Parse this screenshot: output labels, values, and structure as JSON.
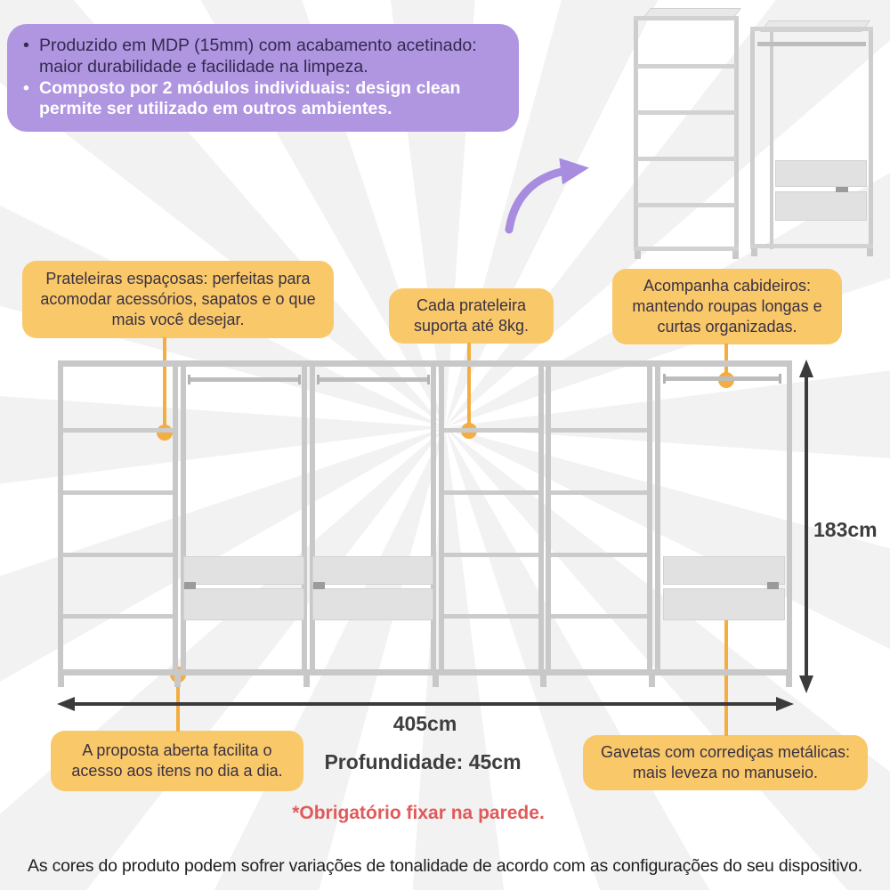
{
  "info_box": {
    "bullet1": "Produzido em MDP (15mm) com acabamento acetinado: maior durabilidade e facilidade na limpeza.",
    "bullet2": "Composto por 2 módulos individuais: design clean permite ser utilizado em outros ambientes."
  },
  "callouts": {
    "shelves": "Prateleiras espaçosas: perfeitas para acomodar acessórios, sapatos e o que mais você desejar.",
    "shelf_weight": "Cada prateleira suporta até 8kg.",
    "hangers": "Acompanha cabideiros: mantendo roupas longas e curtas organizadas.",
    "open_access": "A proposta aberta facilita o acesso aos itens no dia a dia.",
    "drawers": "Gavetas com corrediças metálicas: mais leveza no manuseio."
  },
  "dimensions": {
    "height": "183cm",
    "width": "405cm",
    "depth": "Profundidade: 45cm"
  },
  "warning": "*Obrigatório fixar na parede.",
  "disclaimer": "As cores do produto podem sofrer variações de tonalidade de acordo com as configurações do seu dispositivo.",
  "colors": {
    "info_box_bg": "#b095e0",
    "info_text_dark": "#322a50",
    "info_text_light": "#ffffff",
    "callout_bg": "#f9c869",
    "callout_text": "#3a3143",
    "connector": "#f4ad41",
    "frame_gray": "#c8c8c8",
    "drawer_gray": "#e1e1e1",
    "dimension_text": "#3e3e3e",
    "warning_red": "#e15a5a",
    "purple_arrow": "#a78ce0",
    "ray_gray": "#f2f2f2"
  },
  "icons": {
    "curved_arrow": "curved-purple-arrow",
    "width_arrow": "horizontal-double-arrow",
    "height_arrow": "vertical-double-arrow"
  }
}
